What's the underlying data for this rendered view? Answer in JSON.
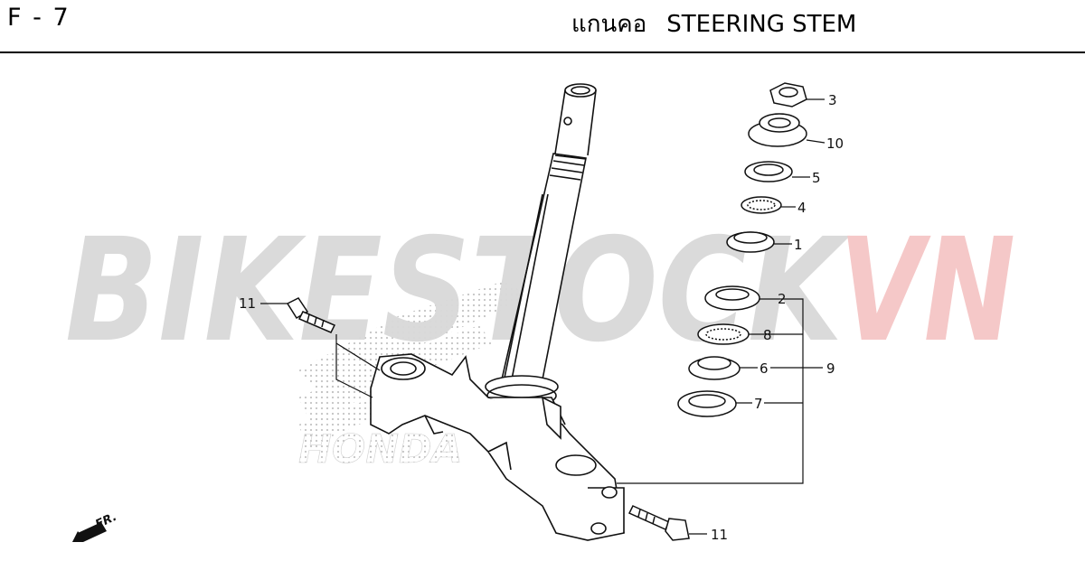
{
  "header": {
    "page_code": "F - 7",
    "title_thai": "แกนคอ",
    "title_en": "STEERING STEM"
  },
  "watermark": {
    "text_main": "BIKESTOCK",
    "text_accent": "VN",
    "color_main": "#d9d9d9",
    "color_accent": "#f5c6c6"
  },
  "brand_mark": {
    "text": "HONDA"
  },
  "direction": {
    "label": "FR."
  },
  "callouts": {
    "c3": "3",
    "c10": "10",
    "c5": "5",
    "c4": "4",
    "c1": "1",
    "c2": "2",
    "c8": "8",
    "c6": "6",
    "c9": "9",
    "c7": "7",
    "c11_top": "11",
    "c11_bottom": "11"
  },
  "colors": {
    "line": "#111111",
    "stipple": "#c9c9c9"
  }
}
